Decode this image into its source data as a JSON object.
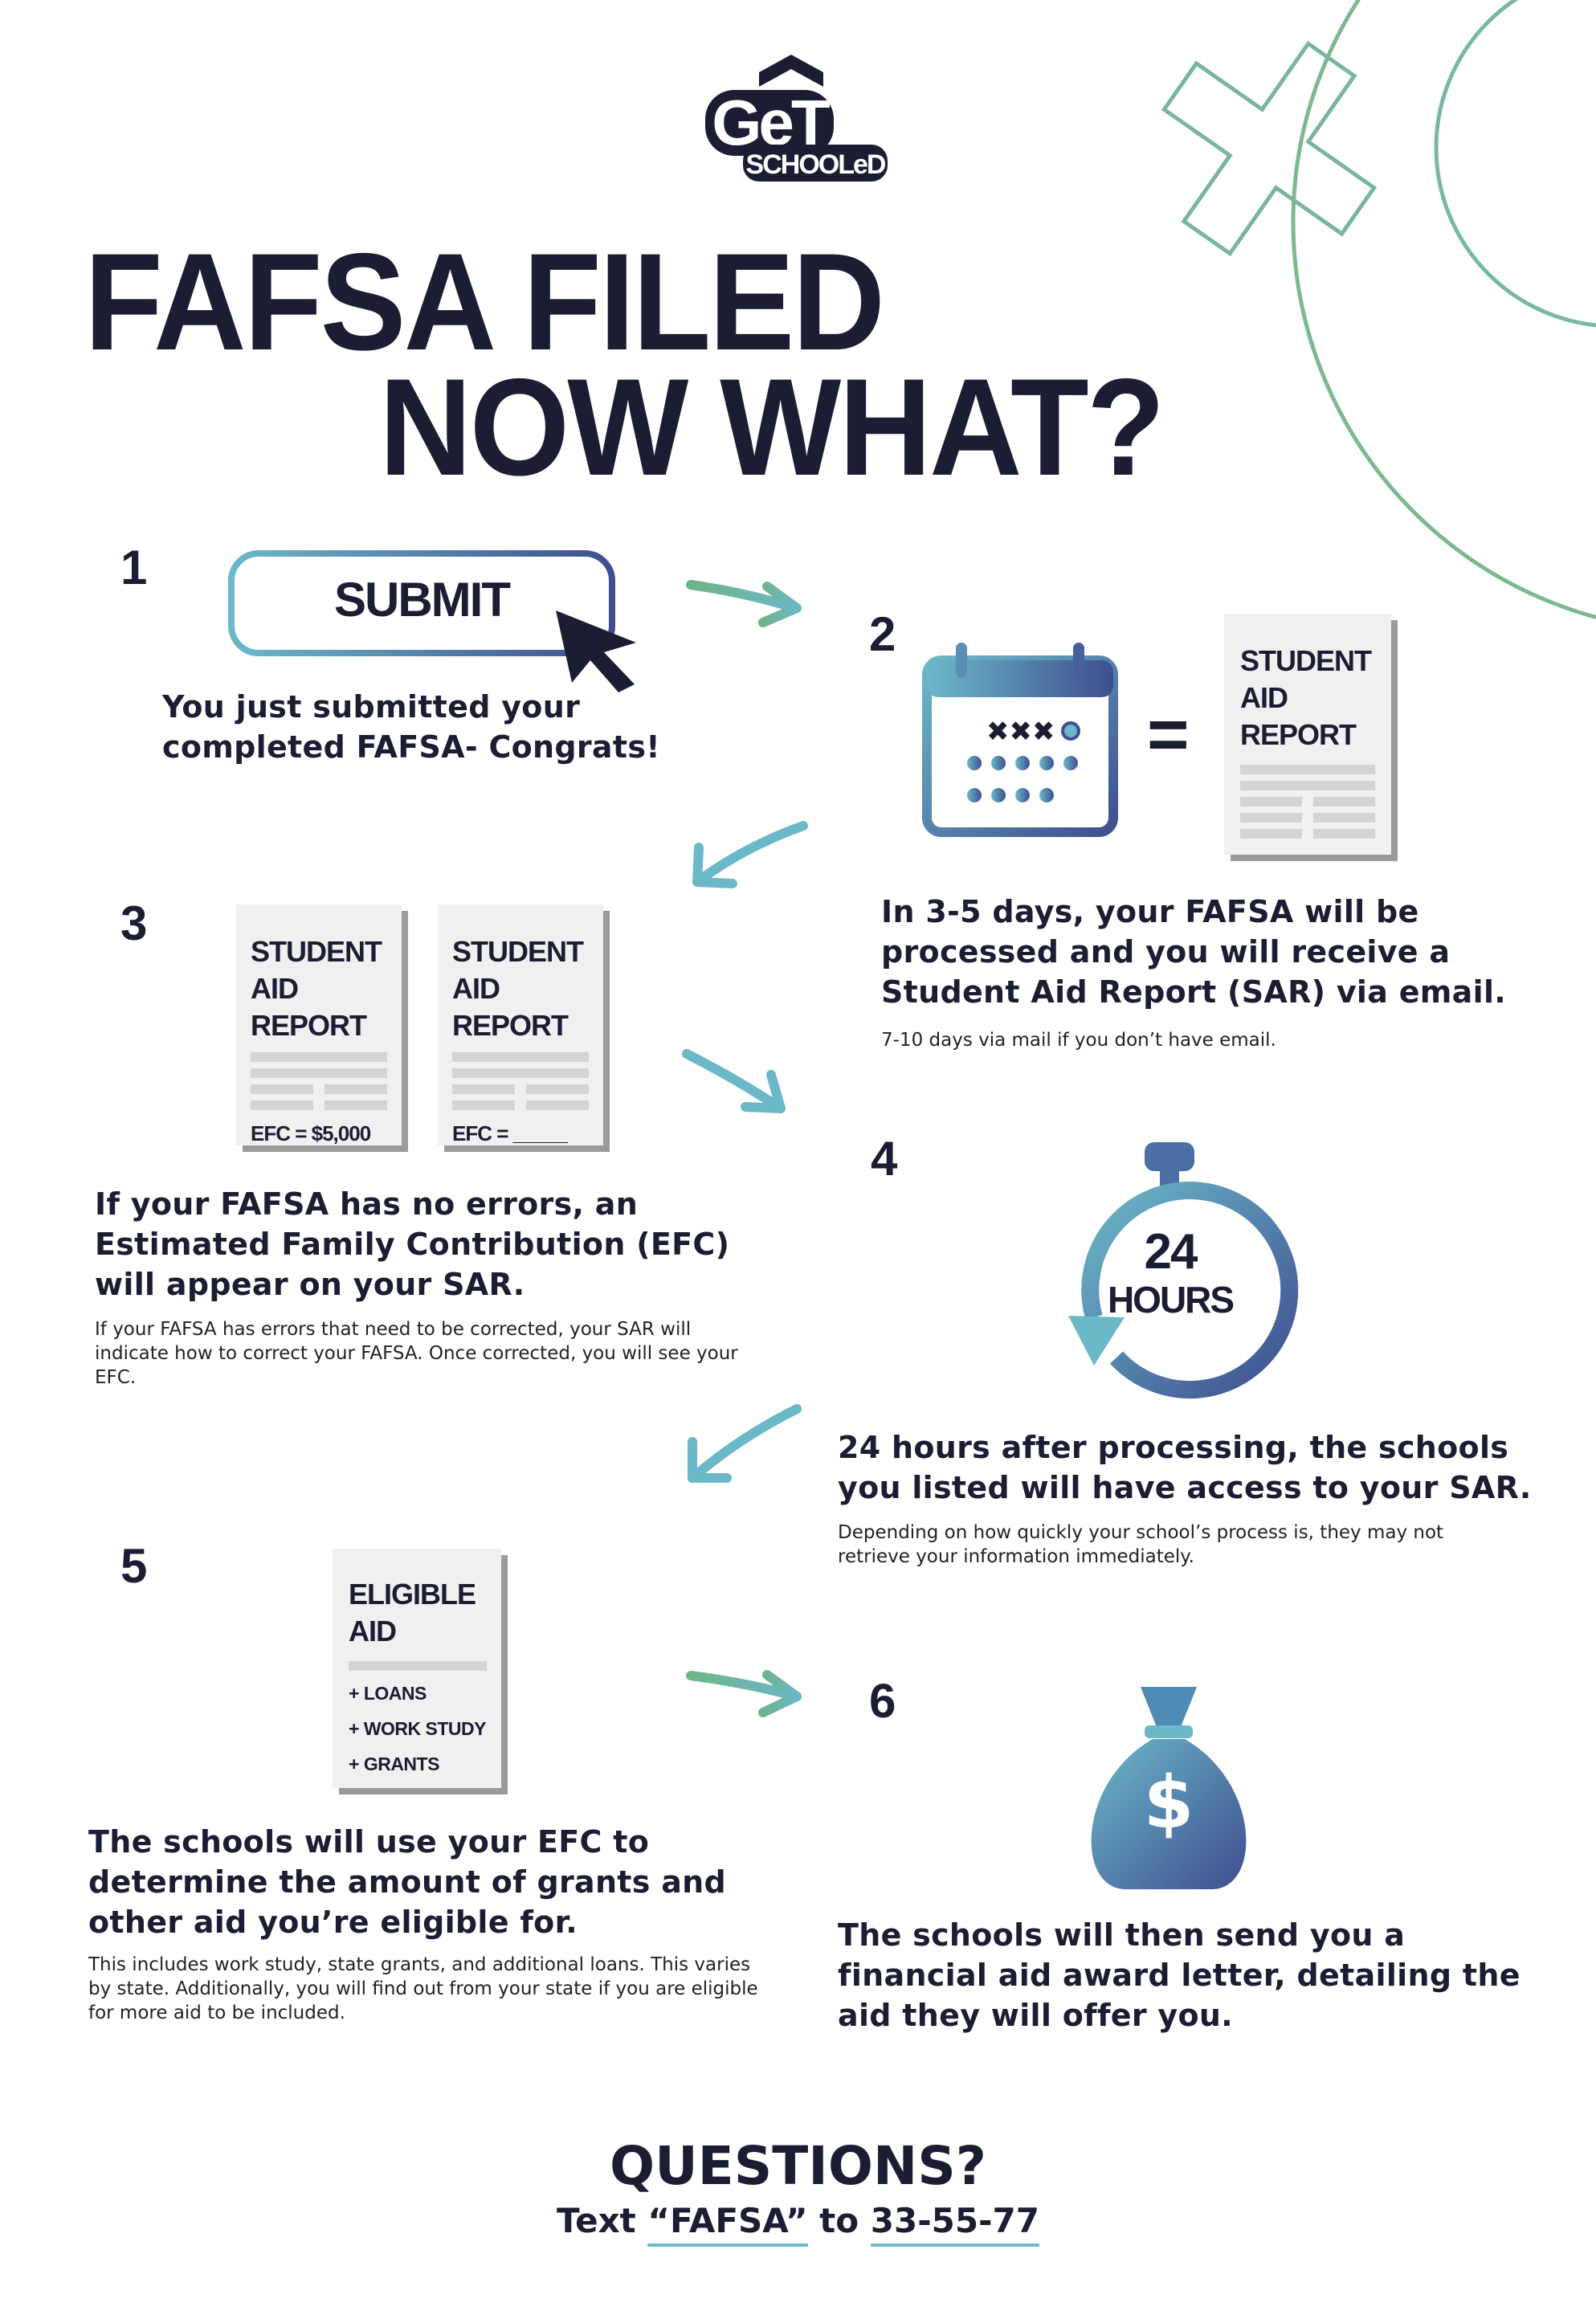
{
  "logo": {
    "text": "GET SCHOOLED"
  },
  "title": {
    "line1": "FAFSA FILED",
    "line2": "NOW WHAT?"
  },
  "colors": {
    "navy": "#1b1d33",
    "teal": "#6bb8c9",
    "blue": "#3f4f8f",
    "green": "#6fb38a"
  },
  "steps": [
    {
      "number": "1",
      "button_label": "SUBMIT",
      "text_line1": "You just submitted your",
      "text_line2": "completed FAFSA- Congrats!"
    },
    {
      "number": "2",
      "doc_title": [
        "STUDENT",
        "AID",
        "REPORT"
      ],
      "equals": "=",
      "text": "In 3-5 days, your FAFSA will be processed and you will receive a Student Aid Report (SAR) via email.",
      "note": "7-10 days via mail if you don’t have email."
    },
    {
      "number": "3",
      "doc_title": [
        "STUDENT",
        "AID",
        "REPORT"
      ],
      "doc1_efc": "EFC = $5,000",
      "doc2_efc": "EFC = _____",
      "text": "If your FAFSA has no errors, an Estimated Family Contribution (EFC) will appear on your SAR.",
      "note": "If your FAFSA has errors that need to be corrected, your SAR will indicate how to correct your FAFSA. Once corrected, you will see your EFC."
    },
    {
      "number": "4",
      "timer_value": "24",
      "timer_unit": "HOURS",
      "text": "24 hours after processing, the schools you listed will have access to your SAR.",
      "note": "Depending on how quickly your school’s process is, they may not retrieve your information immediately."
    },
    {
      "number": "5",
      "doc_title": [
        "ELIGIBLE",
        "AID"
      ],
      "doc_items": [
        "+ LOANS",
        "+ WORK STUDY",
        "+ GRANTS"
      ],
      "text": "The schools will use your EFC to determine the amount of grants and other aid you’re eligible for.",
      "note": "This includes work study, state grants, and additional loans. This varies by state. Additionally, you will find out from your state if you are eligible for more aid to be included."
    },
    {
      "number": "6",
      "bag_symbol": "$",
      "text": "The schools will then send you a financial aid award letter, detailing the aid they will offer you."
    }
  ],
  "footer": {
    "heading": "QUESTIONS?",
    "text_prefix": "Text ",
    "keyword": "“FAFSA”",
    "text_mid": " to ",
    "number": "33-55-77"
  },
  "icons": [
    "logo-icon",
    "cross-decoration",
    "circle-decoration",
    "cursor-icon",
    "calendar-icon",
    "stopwatch-icon",
    "refresh-arrow-icon",
    "money-bag-icon",
    "arrow-icon"
  ]
}
